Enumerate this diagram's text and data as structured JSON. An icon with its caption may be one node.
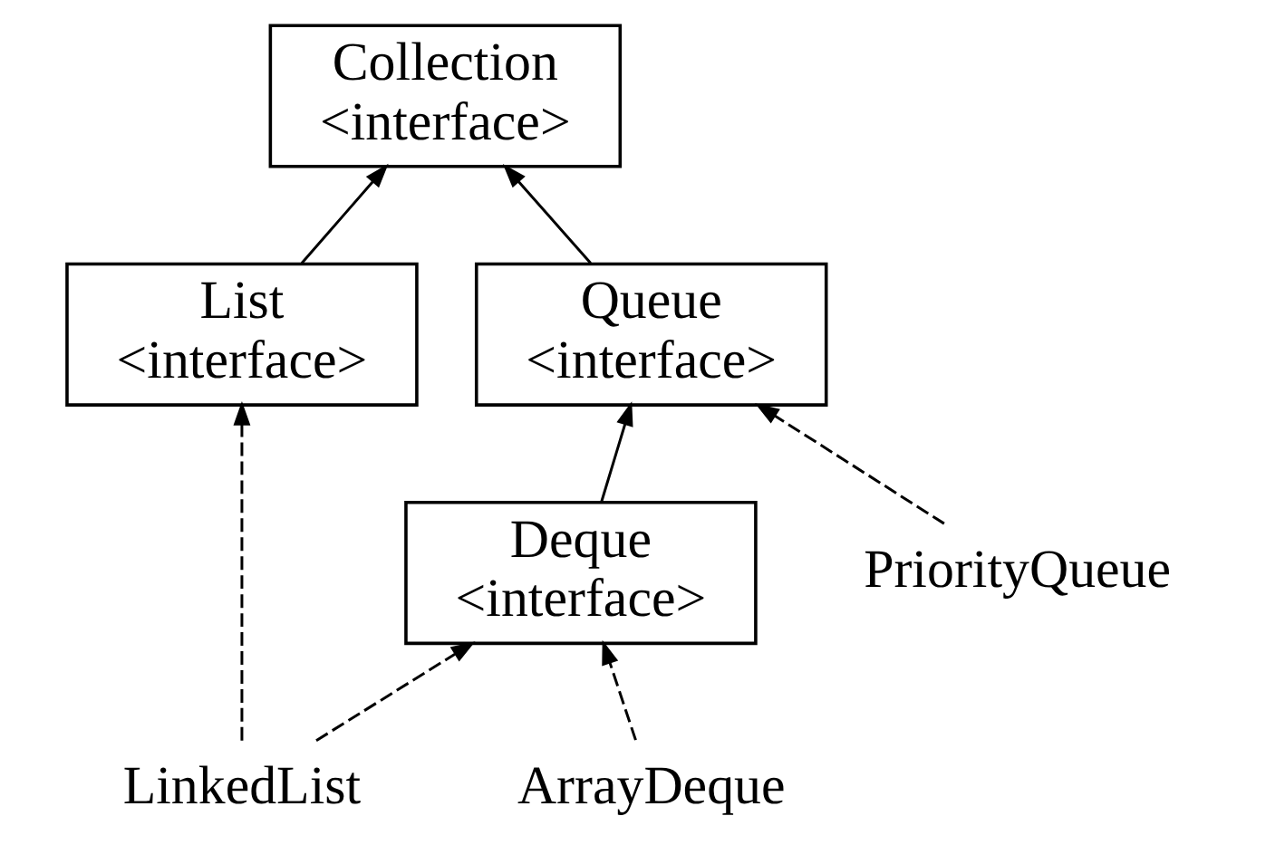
{
  "diagram": {
    "nodes": [
      {
        "text": [
          "Collection",
          "<interface>"
        ]
      },
      {
        "text": [
          "Queue",
          "<interface>"
        ]
      },
      {
        "text": [
          "List",
          "<interface>"
        ]
      },
      {
        "text": [
          "Deque",
          "<interface>"
        ]
      },
      {
        "text": [
          "PriorityQueue"
        ]
      },
      {
        "text": [
          "LinkedList"
        ]
      },
      {
        "text": [
          "ArrayDeque"
        ]
      }
    ],
    "edges": [
      {
        "from": 1,
        "to": 0,
        "arrow": "to"
      },
      {
        "from": 2,
        "to": 0,
        "arrow": "to"
      },
      {
        "from": 3,
        "to": 1,
        "arrow": "to"
      },
      {
        "from": 4,
        "to": 1,
        "arrow": "to",
        "style": "dashed"
      },
      {
        "from": 5,
        "to": 2,
        "arrow": "to",
        "style": "dashed"
      },
      {
        "from": 5,
        "to": 3,
        "arrow": "to",
        "style": "dashed"
      },
      {
        "from": 6,
        "to": 3,
        "arrow": "to",
        "style": "dashed"
      }
    ]
  }
}
